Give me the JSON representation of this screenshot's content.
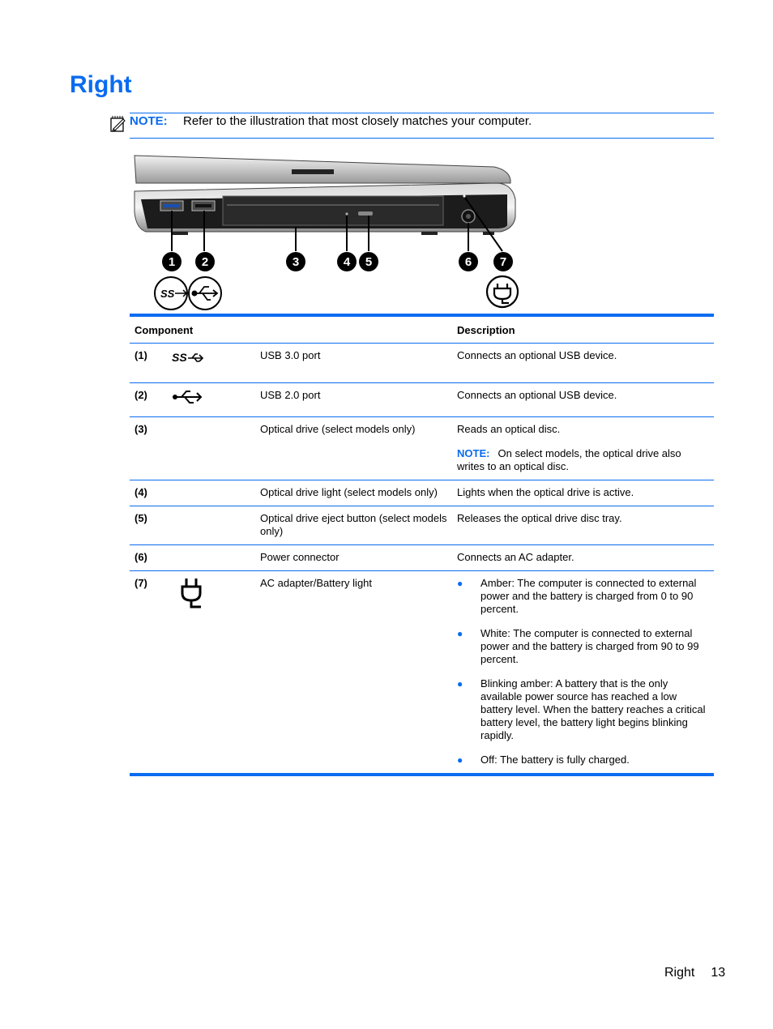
{
  "page": {
    "heading": "Right",
    "note_label": "NOTE:",
    "note_text": "Refer to the illustration that most closely matches your computer.",
    "footer_section": "Right",
    "footer_page": "13"
  },
  "illustration": {
    "callouts": [
      "1",
      "2",
      "3",
      "4",
      "5",
      "6",
      "7"
    ],
    "icons": [
      "usb-3-icon",
      "usb-icon",
      "power-plug-icon"
    ]
  },
  "table": {
    "headers": {
      "component": "Component",
      "description": "Description"
    },
    "rows": [
      {
        "num": "(1)",
        "icon": "usb-3-icon",
        "name": "USB 3.0 port",
        "desc": "Connects an optional USB device."
      },
      {
        "num": "(2)",
        "icon": "usb-icon",
        "name": "USB 2.0 port",
        "desc": "Connects an optional USB device."
      },
      {
        "num": "(3)",
        "icon": "",
        "name": "Optical drive (select models only)",
        "desc": "Reads an optical disc.",
        "note_label": "NOTE:",
        "note_text": "On select models, the optical drive also writes to an optical disc."
      },
      {
        "num": "(4)",
        "icon": "",
        "name": "Optical drive light (select models only)",
        "desc": "Lights when the optical drive is active."
      },
      {
        "num": "(5)",
        "icon": "",
        "name": "Optical drive eject button (select models only)",
        "desc": "Releases the optical drive disc tray."
      },
      {
        "num": "(6)",
        "icon": "",
        "name": "Power connector",
        "desc": "Connects an AC adapter."
      },
      {
        "num": "(7)",
        "icon": "power-plug-icon",
        "name": "AC adapter/Battery light",
        "bullets": [
          "Amber: The computer is connected to external power and the battery is charged from 0 to 90 percent.",
          "White: The computer is connected to external power and the battery is charged from 90 to 99 percent.",
          "Blinking amber: A battery that is the only available power source has reached a low battery level. When the battery reaches a critical battery level, the battery light begins blinking rapidly.",
          "Off: The battery is fully charged."
        ]
      }
    ]
  },
  "colors": {
    "accent": "#0a6cf0"
  }
}
